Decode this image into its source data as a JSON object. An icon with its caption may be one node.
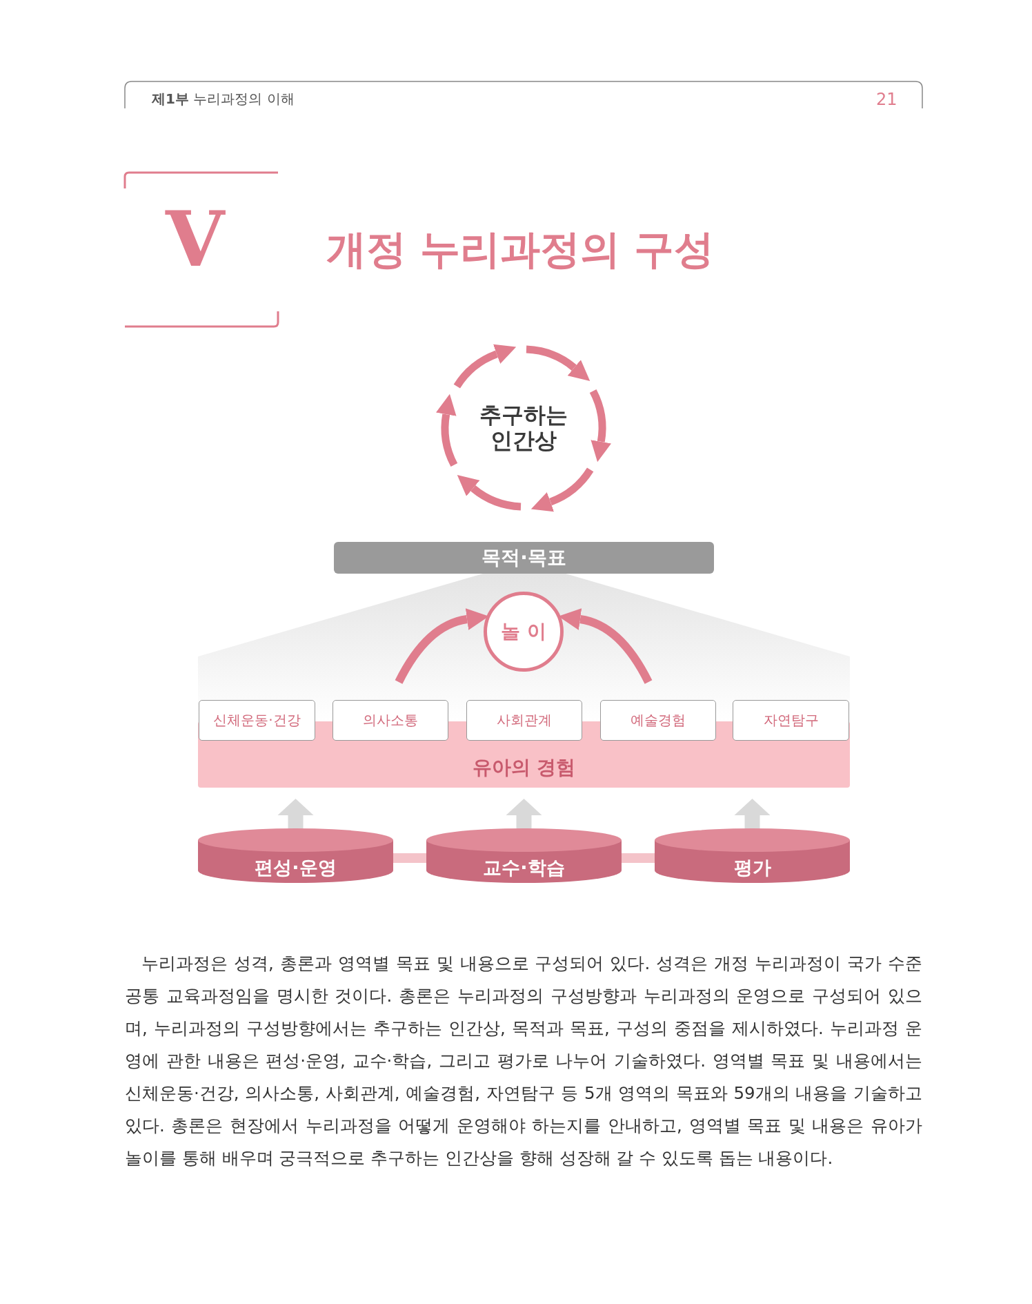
{
  "diagram": {
    "title": "개정 누리과정의 구성",
    "nodes": [
      {
        "text": [
          "추구하는 인간상"
        ]
      },
      {
        "text": [
          "목적·목표"
        ]
      },
      {
        "text": [
          "놀이"
        ]
      },
      {
        "text": [
          "유아의 경험"
        ]
      },
      {
        "text": [
          "신체운동·건강"
        ]
      },
      {
        "text": [
          "의사소통"
        ]
      },
      {
        "text": [
          "사회관계"
        ]
      },
      {
        "text": [
          "예술경험"
        ]
      },
      {
        "text": [
          "자연탐구"
        ]
      },
      {
        "text": [
          "편성·운영"
        ]
      },
      {
        "text": [
          "교수·학습"
        ]
      },
      {
        "text": [
          "평가"
        ]
      }
    ],
    "edges": [
      {
        "from": null,
        "to": 2,
        "arrow": "to"
      },
      {
        "from": null,
        "to": 2,
        "arrow": "to"
      },
      {
        "from": 9,
        "to": 3,
        "arrow": "to"
      },
      {
        "from": 10,
        "to": 3,
        "arrow": "to"
      },
      {
        "from": 11,
        "to": 3,
        "arrow": "to"
      },
      {
        "from": 9,
        "to": 10,
        "arrow": "none"
      },
      {
        "from": 10,
        "to": 11,
        "arrow": "none"
      }
    ],
    "labels": [
      "**제1부** 누리과정의 이해",
      "21",
      "V",
      "누리과정은 성격, 총론과 영역별 목표 및 내용으로 구성되어 있다. 성격은 개정 누리과정이 국가 수준 공통 교육과정임을 명시한 것이다. 총론은 누리과정의 구성방향과 누리과정의 운영으로 구성되어 있으며, 누리과정의 구성방향에서는 추구하는 인간상, 목적과 목표, 구성의 중점을 제시하였다. 누리과정 운영에 관한 내용은 편성·운영, 교수·학습, 그리고 평가로 나누어 기술하였다. 영역별 목표 및 내용에서는 신체운동·건강, 의사소통, 사회관계, 예술경험, 자연탐구 등 5개 영역의 목표와 59개의 내용을 기술하고 있다. 총론은 현장에서 누리과정을 어떻게 운영해야 하는지를 안내하고, 영역별 목표 및 내용은 유아가 놀이를 통해 배우며 궁극적으로 추구하는 인간상을 향해 성장해 갈 수 있도록 돕는 내용이다."
    ]
  }
}
